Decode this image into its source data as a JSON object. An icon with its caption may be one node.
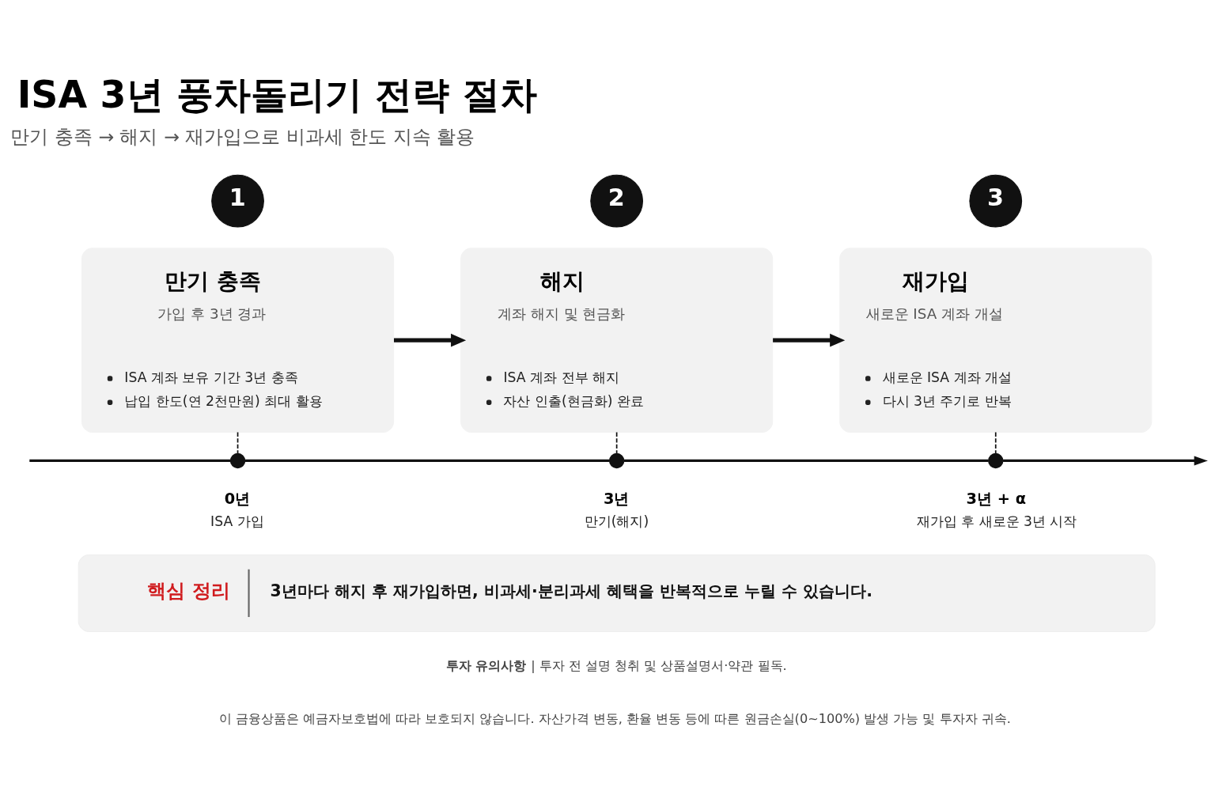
{
  "diagram": {
    "title": "ISA 3년 풍차돌리기 전략 절차",
    "nodes": [
      {
        "text": [
          "1"
        ]
      },
      {
        "text": [
          "만기 충족",
          "가입 후 3년 경과",
          "ISA 계좌 보유 기간 3년 충족",
          "납입 한도(연 2천만원) 최대 활용"
        ]
      },
      {
        "text": [
          "2"
        ]
      },
      {
        "text": [
          "해지",
          "계좌 해지 및 현금화",
          "ISA 계좌 전부 해지",
          "자산 인출(현금화) 완료"
        ]
      },
      {
        "text": [
          "3"
        ]
      },
      {
        "text": [
          "재가입",
          "새로운 ISA 계좌 개설",
          "새로운 ISA 계좌 개설",
          "다시 3년 주기로 반복"
        ]
      },
      {
        "text": [],
        "shape": "circle",
        "beside": [
          "0년",
          "ISA 가입"
        ]
      },
      {
        "text": [],
        "shape": "circle",
        "beside": [
          "3년",
          "만기(해지)"
        ]
      },
      {
        "text": [],
        "shape": "circle",
        "beside": [
          "3년 + α",
          "재가입 후 새로운 3년 시작"
        ]
      },
      {
        "text": [
          "핵심 정리",
          "3년마다 해지 후 재가입하면, 비과세·분리과세 혜택을 반복적으로 누릴 수 있습니다."
        ]
      }
    ],
    "edges": [
      {
        "from": 1,
        "to": 3,
        "arrow": "to"
      },
      {
        "from": 3,
        "to": 5,
        "arrow": "to"
      },
      {
        "from": 1,
        "to": 6,
        "arrow": "none",
        "style": "dashed"
      },
      {
        "from": 3,
        "to": 7,
        "arrow": "none",
        "style": "dashed"
      },
      {
        "from": 5,
        "to": 8,
        "arrow": "none",
        "style": "dashed"
      },
      {
        "from": null,
        "to": 6,
        "arrow": "none"
      },
      {
        "from": 6,
        "to": 7,
        "arrow": "none"
      },
      {
        "from": 7,
        "to": 8,
        "arrow": "none"
      },
      {
        "from": 8,
        "to": null,
        "arrow": "to"
      }
    ],
    "labels": [
      "만기 충족 → 해지 → 재가입으로 비과세 한도 지속 활용",
      "**투자 유의사항** | 투자 전 설명 청취 및 상품설명서·약관 필독.",
      "이 금융상품은 예금자보호법에 따라 보호되지 않습니다. 자산가격 변동, 환율 변동 등에 따른 원금손실(0~100%) 발생 가능 및 투자자 귀속."
    ]
  }
}
